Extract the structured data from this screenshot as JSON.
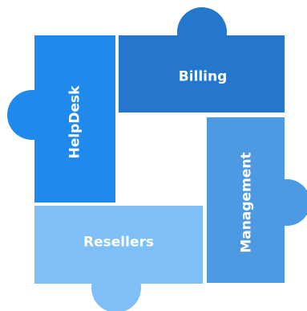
{
  "diagram": {
    "pieces": [
      {
        "id": "helpdesk",
        "label": "HelpDesk",
        "color": "#2089ec"
      },
      {
        "id": "billing",
        "label": "Billing",
        "color": "#2577cd"
      },
      {
        "id": "management",
        "label": "Management",
        "color": "#4d9ae3"
      },
      {
        "id": "resellers",
        "label": "Resellers",
        "color": "#7fbff7"
      }
    ]
  }
}
